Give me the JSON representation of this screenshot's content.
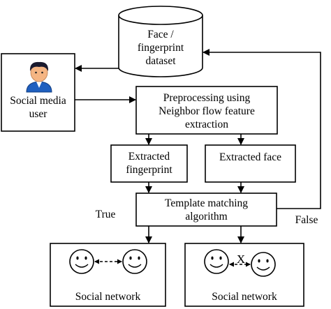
{
  "dataset": {
    "line1": "Face /",
    "line2": "fingerprint",
    "line3": "dataset"
  },
  "user": {
    "line1": "Social media",
    "line2": "user",
    "icon": "user-avatar-icon"
  },
  "preprocess": {
    "line1": "Preprocessing using",
    "line2": "Neighbor flow feature",
    "line3": "extraction"
  },
  "extracted_fingerprint": {
    "line1": "Extracted",
    "line2": "fingerprint"
  },
  "extracted_face": {
    "label": "Extracted face"
  },
  "template": {
    "line1": "Template matching",
    "line2": "algorithm"
  },
  "outcomes": {
    "true_label": "True",
    "false_label": "False"
  },
  "network_true": {
    "label": "Social network",
    "icons": [
      "smiley-face-icon",
      "smiley-face-icon"
    ]
  },
  "network_false": {
    "label": "Social network",
    "icons": [
      "smiley-face-icon",
      "smiley-face-icon"
    ],
    "blocked_mark": "X"
  },
  "colors": {
    "stroke": "#000000",
    "background": "#ffffff",
    "avatar_hair": "#1a1a2e",
    "avatar_skin": "#f5b583",
    "avatar_shirt": "#1f5fbf"
  }
}
